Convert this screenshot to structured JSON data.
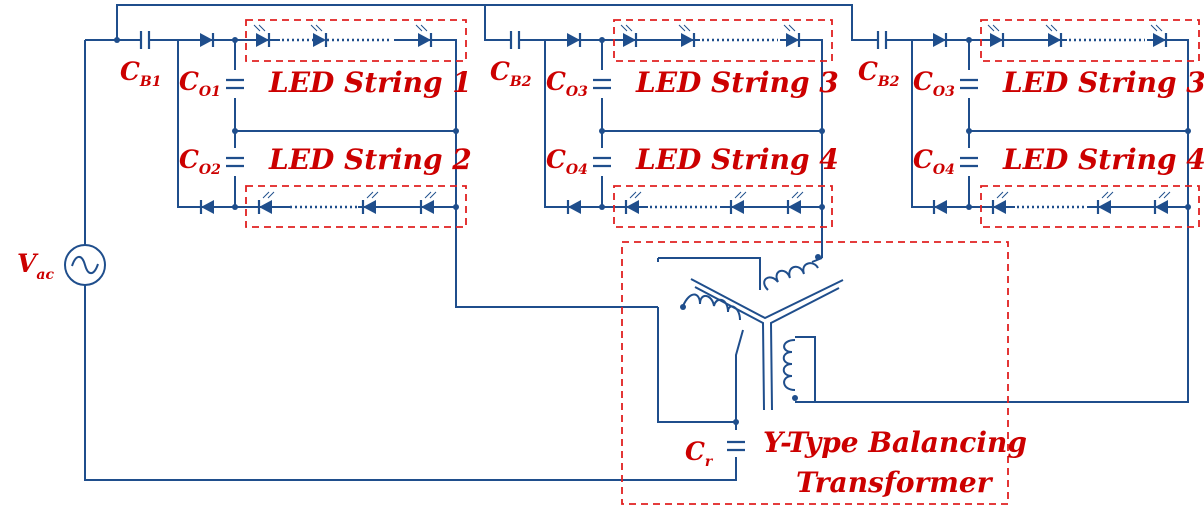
{
  "labels": {
    "vac": {
      "main": "V",
      "sub": "ac"
    },
    "cb1": {
      "main": "C",
      "sub": "B1"
    },
    "cb2a": {
      "main": "C",
      "sub": "B2"
    },
    "cb2b": {
      "main": "C",
      "sub": "B2"
    },
    "co1": {
      "main": "C",
      "sub": "O1"
    },
    "co2": {
      "main": "C",
      "sub": "O2"
    },
    "co3a": {
      "main": "C",
      "sub": "O3"
    },
    "co4a": {
      "main": "C",
      "sub": "O4"
    },
    "co3b": {
      "main": "C",
      "sub": "O3"
    },
    "co4b": {
      "main": "C",
      "sub": "O4"
    },
    "cr": {
      "main": "C",
      "sub": "r"
    },
    "strings": [
      "LED String 1",
      "LED String 2",
      "LED String 3",
      "LED String 4",
      "LED String 3",
      "LED String 4"
    ],
    "transformer": [
      "Y-Type Balancing",
      "Transformer"
    ]
  },
  "colors": {
    "wire": "#1f4e8c",
    "label": "#cc0000",
    "box": "#e02020"
  }
}
